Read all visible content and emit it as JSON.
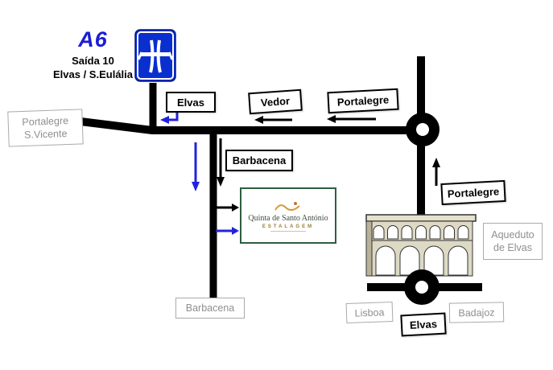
{
  "highway": {
    "code": "A6",
    "exit": "Saída 10",
    "destinations": "Elvas / S.Eulália"
  },
  "signs": {
    "elvas_top": "Elvas",
    "vedor": "Vedor",
    "portalegre_top": "Portalegre",
    "portalegre_svicente": "Portalegre\nS.Vicente",
    "barbacena_mid": "Barbacena",
    "portalegre_right": "Portalegre",
    "aqueduto": "Aqueduto\nde Elvas",
    "barbacena_bottom": "Barbacena",
    "lisboa": "Lisboa",
    "elvas_bottom": "Elvas",
    "badajoz": "Badajoz"
  },
  "logo": {
    "name": "Quinta de Santo António",
    "subtitle": "ESTALAGEM"
  },
  "colors": {
    "road": "#000000",
    "highway_blue": "#1b1bd6",
    "sign_blue": "#0a2fd0",
    "arrow_blue": "#2222dd",
    "gray_label": "#8f8f8f",
    "logo_green": "#2e5e3f",
    "aqueduct_fill": "#ded9c4"
  }
}
